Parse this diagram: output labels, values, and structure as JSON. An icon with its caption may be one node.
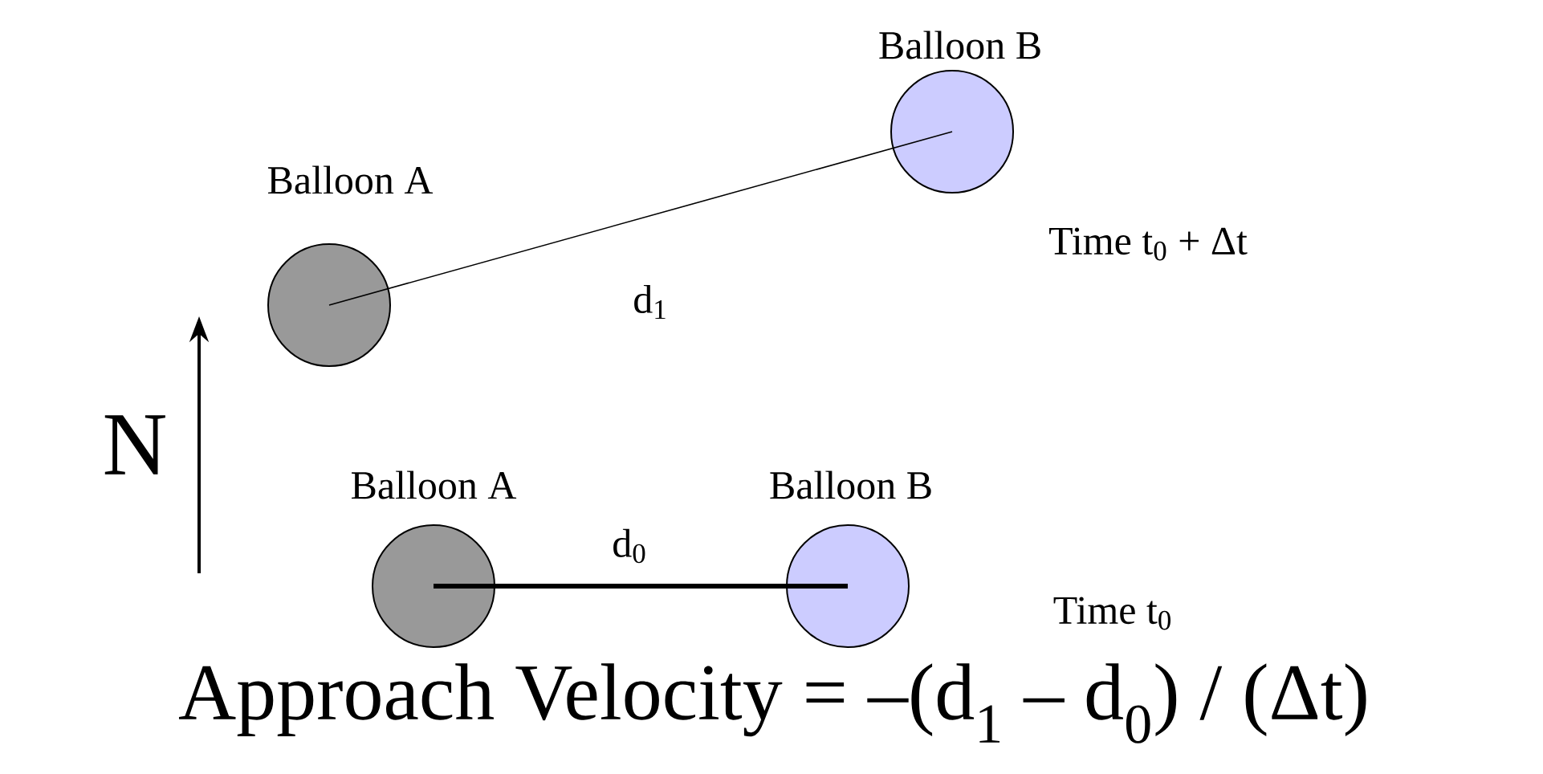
{
  "diagram": {
    "caption": "Approach Velocity = –(d$_{1}$ – d$_{0}$) / (Δt)",
    "nodes": [
      {
        "text": [
          "Balloon A"
        ]
      },
      {
        "text": [
          "Balloon B"
        ],
        "beside": [
          "Time t$_{0}$ + Δt"
        ]
      },
      {
        "text": [
          "Balloon A"
        ]
      },
      {
        "text": [
          "Balloon B"
        ],
        "beside": [
          "Time t$_{0}$"
        ]
      }
    ],
    "edges": [
      {
        "from": 0,
        "to": 1,
        "arrow": "none",
        "label": "d$_{1}$"
      },
      {
        "from": 2,
        "to": 3,
        "arrow": "none",
        "label": "d$_{0}$",
        "style": "thick"
      }
    ],
    "labels": [
      "N"
    ]
  }
}
